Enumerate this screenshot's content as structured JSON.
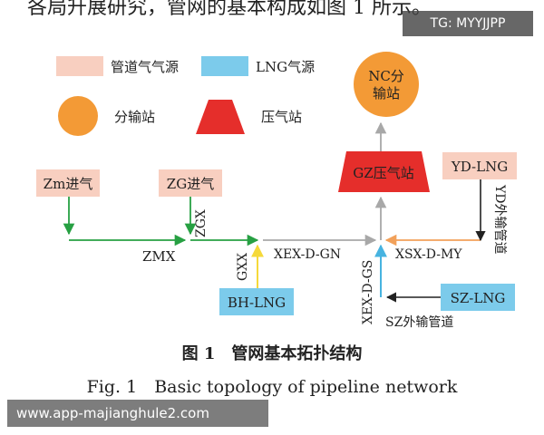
{
  "top_text": "各局升展研究，管网的基本构成如图 1 所示。",
  "watermark_top": "TG: MYYJJPP",
  "watermark_bottom": "www.app-majianghule2.com",
  "colors": {
    "pipeline_gas_source": "#f8cfc0",
    "lng_source": "#7ccbeb",
    "distribution_station": "#f39a36",
    "compressor_station": "#e52e2b",
    "green_line": "#27a043",
    "yellow_line": "#f5d93a",
    "blue_line": "#47b3e0",
    "gray_line": "#a8a8a8",
    "orange_line": "#f2a15a",
    "black_line": "#222222"
  },
  "legend": {
    "pipeline_source_label": "管道气气源",
    "lng_source_label": "LNG气源",
    "distribution_label": "分输站",
    "compressor_label": "压气站"
  },
  "nodes": {
    "zm": "Zm进气",
    "zg": "ZG进气",
    "nc_line1": "NC分",
    "nc_line2": "输站",
    "gz": "GZ压气站",
    "yd": "YD-LNG",
    "bh": "BH-LNG",
    "sz": "SZ-LNG"
  },
  "pipes": {
    "zmx": "ZMX",
    "zgx": "ZGX",
    "gxx": "GXX",
    "xex_d_gn": "XEX-D-GN",
    "xex_d_gs": "XEX-D-GS",
    "xsx_d_my": "XSX-D-MY",
    "yd_pipeline": "YD外输管道",
    "sz_pipeline": "SZ外输管道"
  },
  "caption": {
    "cn": "图 1　管网基本拓扑结构",
    "en": "Fig. 1　Basic topology of pipeline network"
  }
}
